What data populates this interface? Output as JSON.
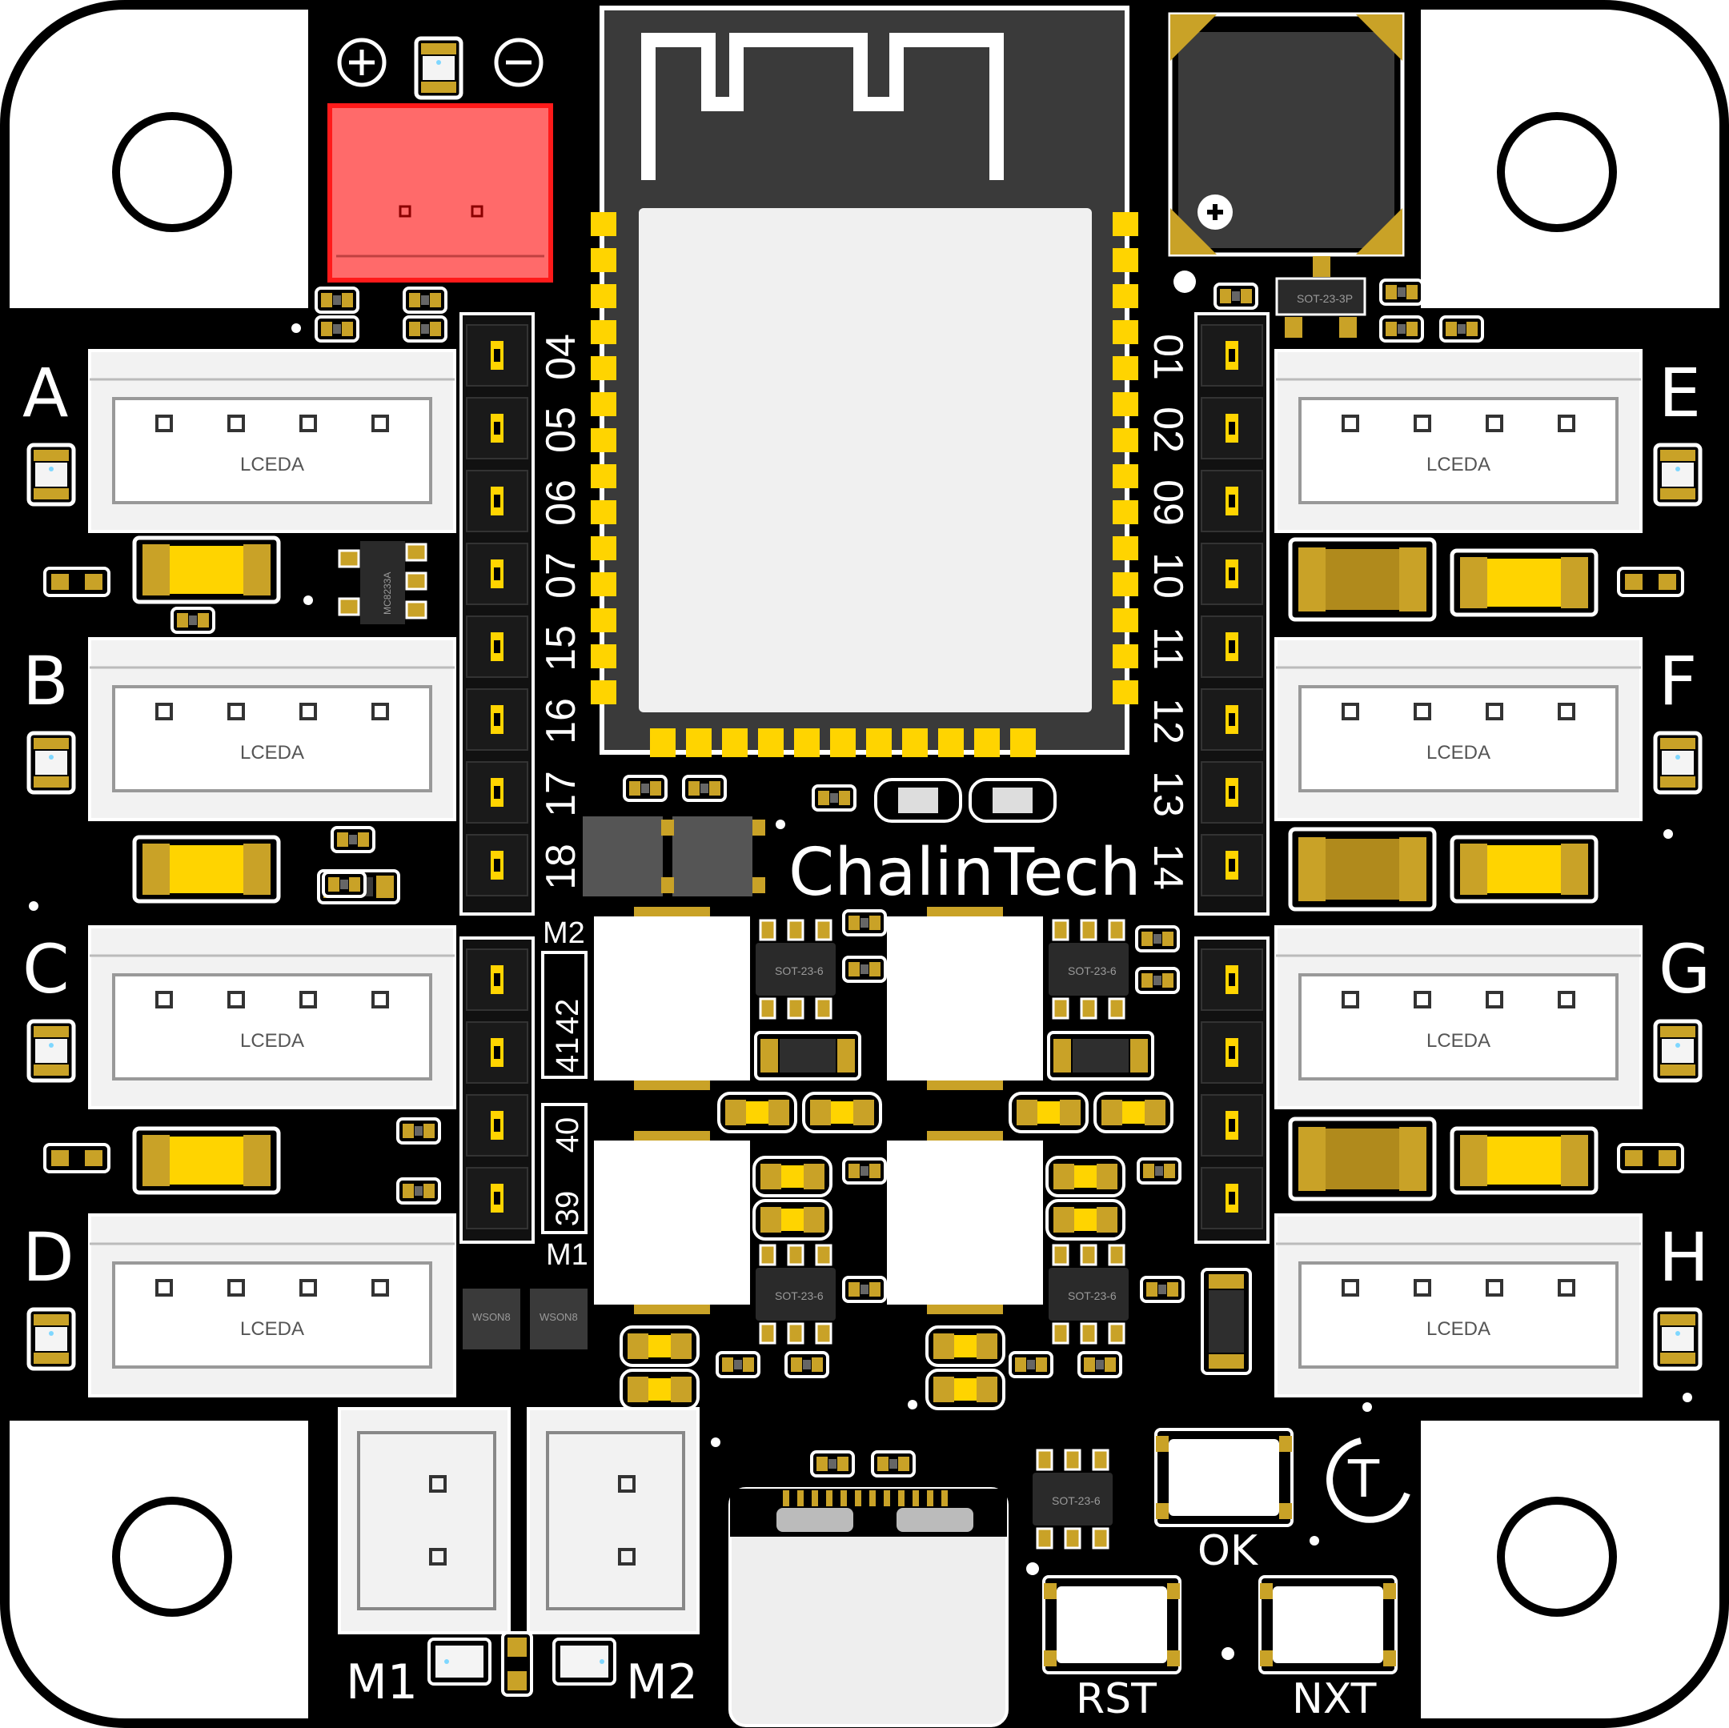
{
  "board": {
    "brand": "ChalinTech",
    "colors": {
      "mask": "#000000",
      "silk": "#ffffff",
      "gold": "#c9a227",
      "gold_bright": "#ffd400",
      "connector": "#f2f2f2",
      "power_connector": "#ff6a6a"
    },
    "power_polarity": {
      "plus": "+",
      "minus": "−"
    },
    "ports_left": [
      "A",
      "B",
      "C",
      "D"
    ],
    "ports_right": [
      "E",
      "F",
      "G",
      "H"
    ],
    "connector_text": "LCEDA",
    "left_header_pins": [
      "04",
      "05",
      "06",
      "07",
      "15",
      "16",
      "17",
      "18"
    ],
    "right_header_pins": [
      "01",
      "02",
      "09",
      "10",
      "11",
      "12",
      "13",
      "14"
    ],
    "motor_header": {
      "m2_label": "M2",
      "m2_pins": [
        "42",
        "41"
      ],
      "m1_pins": [
        "40",
        "39"
      ],
      "m1_label": "M1"
    },
    "motor_connectors": [
      "M1",
      "M2"
    ],
    "buttons": {
      "ok": "OK",
      "rst": "RST",
      "nxt": "NXT"
    },
    "logo_letter": "T",
    "chip_labels": {
      "sot23_6": "SOT-23-6",
      "sot23_3p": "SOT-23-3P",
      "wson8": "WSON8",
      "ldo": "MC8233A"
    }
  }
}
